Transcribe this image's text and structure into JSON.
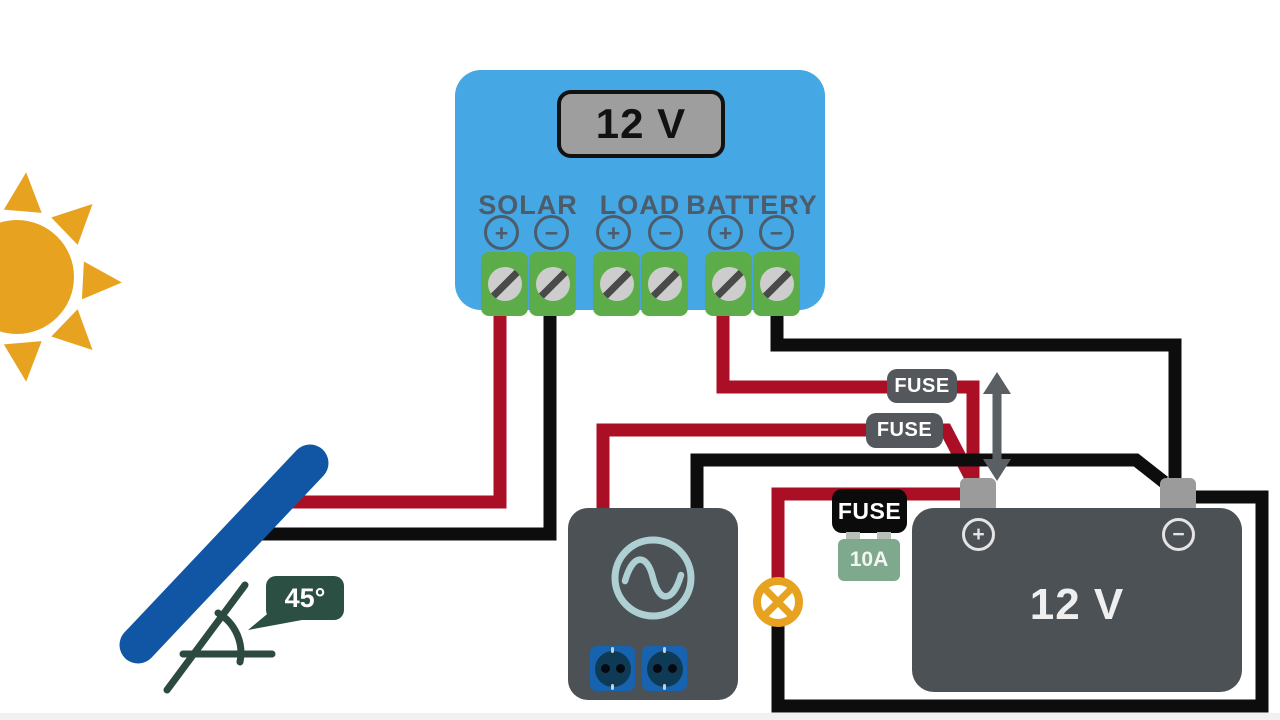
{
  "controller": {
    "display_value": "12 V",
    "sections": [
      {
        "label": "SOLAR"
      },
      {
        "label": "LOAD"
      },
      {
        "label": "BATTERY"
      }
    ],
    "plus": "+",
    "minus": "−"
  },
  "fuses": {
    "battery_fuse_label": "FUSE",
    "inverter_fuse_label": "FUSE",
    "load_fuse_label": "FUSE",
    "load_fuse_rating": "10A"
  },
  "battery": {
    "voltage": "12 V",
    "plus": "+",
    "minus": "−"
  },
  "solar_panel": {
    "tilt_angle": "45°"
  },
  "colors": {
    "controller_blue": "#45A7E3",
    "wire_positive_red": "#AB0F26",
    "wire_negative_black": "#0D0D0D",
    "terminal_green": "#5CAD49",
    "sun_orange": "#E7A21F",
    "panel_blue": "#1155A5",
    "annotation_green": "#2C4F44",
    "device_gray": "#4C5156",
    "fuse_gray": "#54585C",
    "rating_green": "#7FA98C"
  }
}
